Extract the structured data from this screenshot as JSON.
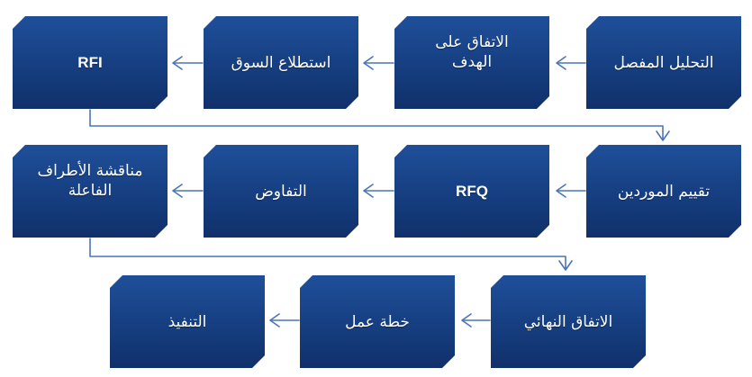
{
  "colors": {
    "box": "#163e80",
    "arrow": "#4a74b8"
  },
  "rows": [
    {
      "boxes": [
        {
          "id": "rfi",
          "label": "RFI"
        },
        {
          "id": "market-research",
          "label": "استطلاع السوق"
        },
        {
          "id": "goal-agreement",
          "label": "الاتفاق على\nالهدف"
        },
        {
          "id": "detailed-analysis",
          "label": "التحليل المفصل"
        }
      ]
    },
    {
      "boxes": [
        {
          "id": "stakeholder-discussion",
          "label": "مناقشة الأطراف\nالفاعلة"
        },
        {
          "id": "negotiation",
          "label": "التفاوض"
        },
        {
          "id": "rfq",
          "label": "RFQ"
        },
        {
          "id": "supplier-evaluation",
          "label": "تقييم الموردين"
        }
      ]
    },
    {
      "boxes": [
        {
          "id": "execution",
          "label": "التنفيذ"
        },
        {
          "id": "action-plan",
          "label": "خطة عمل"
        },
        {
          "id": "final-agreement",
          "label": "الاتفاق النهائي"
        }
      ]
    }
  ]
}
